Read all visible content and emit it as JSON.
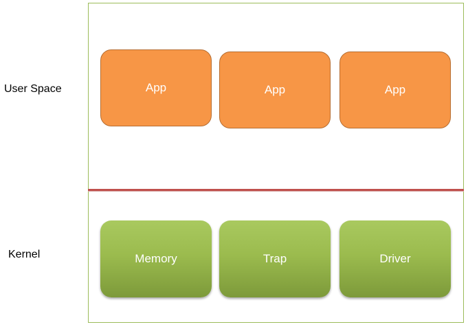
{
  "labels": {
    "user_space": "User Space",
    "kernel": "Kernel"
  },
  "user_space": {
    "boxes": [
      {
        "label": "App"
      },
      {
        "label": "App"
      },
      {
        "label": "App"
      }
    ]
  },
  "kernel": {
    "boxes": [
      {
        "label": "Memory"
      },
      {
        "label": "Trap"
      },
      {
        "label": "Driver"
      }
    ]
  },
  "colors": {
    "frame_border": "#9bbb59",
    "divider": "#c0504d",
    "app_fill": "#f79646",
    "kernel_fill": "#9bbb59"
  }
}
